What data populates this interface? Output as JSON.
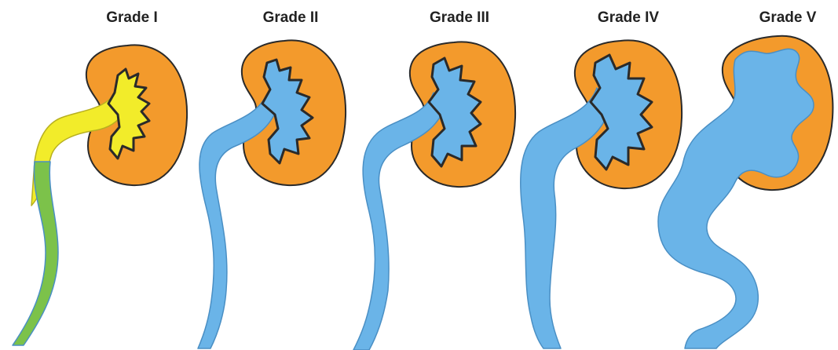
{
  "figure": {
    "grades": [
      {
        "label": "Grade I",
        "ureter_color": "#f2ec2a",
        "ureter_tail_color": "#7cc24a"
      },
      {
        "label": "Grade II",
        "ureter_color": "#6ab4e8"
      },
      {
        "label": "Grade III",
        "ureter_color": "#6ab4e8"
      },
      {
        "label": "Grade IV",
        "ureter_color": "#6ab4e8"
      },
      {
        "label": "Grade V",
        "ureter_color": "#6ab4e8"
      }
    ],
    "colors": {
      "kidney_fill": "#f39a2c",
      "kidney_edge": "#e0781a",
      "outline": "#2a2a2a",
      "urine_blue": "#6ab4e8",
      "urine_blue_light": "#a9d6f5"
    }
  }
}
